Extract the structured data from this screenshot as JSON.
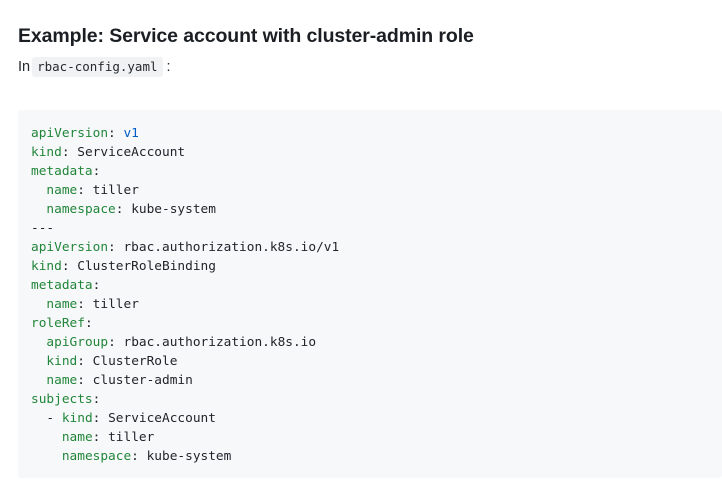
{
  "document": {
    "heading": "Example: Service account with cluster-admin role",
    "intro": {
      "prefix": "In",
      "filename": "rbac-config.yaml",
      "suffix": ":"
    },
    "code_block": {
      "language": "yaml",
      "background_color": "#f6f8fa",
      "key_color": "#22863a",
      "value_color": "#1f2328",
      "number_color": "#005cc5",
      "lines": [
        {
          "indent": "",
          "key": "apiVersion",
          "colon": ":",
          "value": "v1",
          "value_type": "number"
        },
        {
          "indent": "",
          "key": "kind",
          "colon": ":",
          "value": "ServiceAccount",
          "value_type": "text"
        },
        {
          "indent": "",
          "key": "metadata",
          "colon": ":",
          "value": "",
          "value_type": "text"
        },
        {
          "indent": "  ",
          "key": "name",
          "colon": ":",
          "value": "tiller",
          "value_type": "text"
        },
        {
          "indent": "  ",
          "key": "namespace",
          "colon": ":",
          "value": "kube-system",
          "value_type": "text"
        },
        {
          "indent": "",
          "key": "",
          "colon": "",
          "value": "---",
          "value_type": "separator"
        },
        {
          "indent": "",
          "key": "apiVersion",
          "colon": ":",
          "value": "rbac.authorization.k8s.io/v1",
          "value_type": "text"
        },
        {
          "indent": "",
          "key": "kind",
          "colon": ":",
          "value": "ClusterRoleBinding",
          "value_type": "text"
        },
        {
          "indent": "",
          "key": "metadata",
          "colon": ":",
          "value": "",
          "value_type": "text"
        },
        {
          "indent": "  ",
          "key": "name",
          "colon": ":",
          "value": "tiller",
          "value_type": "text"
        },
        {
          "indent": "",
          "key": "roleRef",
          "colon": ":",
          "value": "",
          "value_type": "text"
        },
        {
          "indent": "  ",
          "key": "apiGroup",
          "colon": ":",
          "value": "rbac.authorization.k8s.io",
          "value_type": "text"
        },
        {
          "indent": "  ",
          "key": "kind",
          "colon": ":",
          "value": "ClusterRole",
          "value_type": "text"
        },
        {
          "indent": "  ",
          "key": "name",
          "colon": ":",
          "value": "cluster-admin",
          "value_type": "text"
        },
        {
          "indent": "",
          "key": "subjects",
          "colon": ":",
          "value": "",
          "value_type": "text"
        },
        {
          "indent": "  - ",
          "key": "kind",
          "colon": ":",
          "value": "ServiceAccount",
          "value_type": "text"
        },
        {
          "indent": "    ",
          "key": "name",
          "colon": ":",
          "value": "tiller",
          "value_type": "text"
        },
        {
          "indent": "    ",
          "key": "namespace",
          "colon": ":",
          "value": "kube-system",
          "value_type": "text"
        }
      ]
    }
  }
}
